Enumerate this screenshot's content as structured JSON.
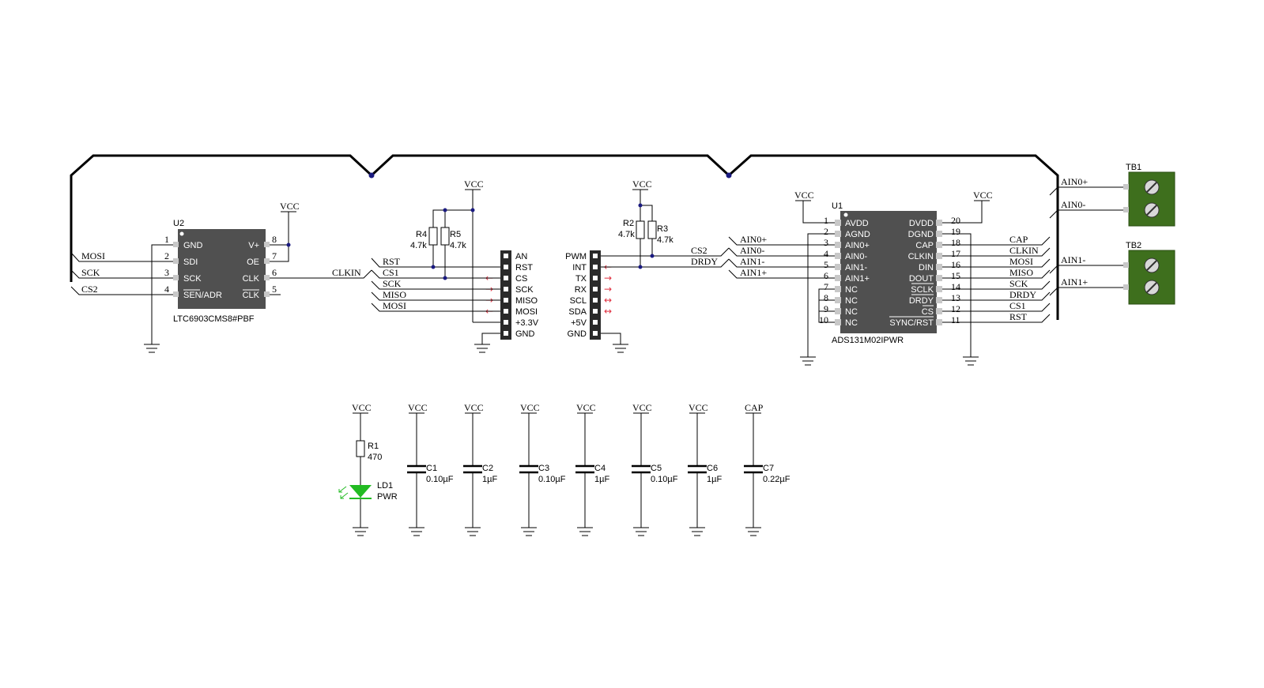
{
  "u2": {
    "ref": "U2",
    "part": "LTC6903CMS8#PBF",
    "left_pins": [
      {
        "num": "1",
        "name": "GND"
      },
      {
        "num": "2",
        "name": "SDI"
      },
      {
        "num": "3",
        "name": "SCK"
      },
      {
        "num": "4",
        "name": "SEN/ADR"
      }
    ],
    "right_pins": [
      {
        "num": "8",
        "name": "V+"
      },
      {
        "num": "7",
        "name": "OE"
      },
      {
        "num": "6",
        "name": "CLK"
      },
      {
        "num": "5",
        "name": "CLK"
      }
    ]
  },
  "u1": {
    "ref": "U1",
    "part": "ADS131M02IPWR",
    "left_pins": [
      {
        "num": "1",
        "name": "AVDD"
      },
      {
        "num": "2",
        "name": "AGND"
      },
      {
        "num": "3",
        "name": "AIN0+"
      },
      {
        "num": "4",
        "name": "AIN0-"
      },
      {
        "num": "5",
        "name": "AIN1-"
      },
      {
        "num": "6",
        "name": "AIN1+"
      },
      {
        "num": "7",
        "name": "NC"
      },
      {
        "num": "8",
        "name": "NC"
      },
      {
        "num": "9",
        "name": "NC"
      },
      {
        "num": "10",
        "name": "NC"
      }
    ],
    "right_pins": [
      {
        "num": "20",
        "name": "DVDD"
      },
      {
        "num": "19",
        "name": "DGND"
      },
      {
        "num": "18",
        "name": "CAP"
      },
      {
        "num": "17",
        "name": "CLKIN"
      },
      {
        "num": "16",
        "name": "DIN"
      },
      {
        "num": "15",
        "name": "DOUT"
      },
      {
        "num": "14",
        "name": "SCLK"
      },
      {
        "num": "13",
        "name": "DRDY"
      },
      {
        "num": "12",
        "name": "CS"
      },
      {
        "num": "11",
        "name": "SYNC/RST"
      }
    ],
    "left_nets": [
      "AIN0+",
      "AIN0-",
      "AIN1-",
      "AIN1+"
    ],
    "right_nets": [
      "CAP",
      "CLKIN",
      "MOSI",
      "MISO",
      "SCK",
      "DRDY",
      "CS1",
      "RST"
    ]
  },
  "nets": {
    "vcc": "VCC",
    "mosi": "MOSI",
    "sck": "SCK",
    "cs2": "CS2",
    "clkin": "CLKIN",
    "drdy": "DRDY",
    "cap": "CAP",
    "ain0p": "AIN0+",
    "ain0m": "AIN0-",
    "ain1m": "AIN1-",
    "ain1p": "AIN1+"
  },
  "mikrobus_left": {
    "pins": [
      "AN",
      "RST",
      "CS",
      "SCK",
      "MISO",
      "MOSI",
      "+3.3V",
      "GND"
    ],
    "nets": [
      "RST",
      "CS1",
      "SCK",
      "MISO",
      "MOSI"
    ]
  },
  "mikrobus_right": {
    "pins": [
      "PWM",
      "INT",
      "TX",
      "RX",
      "SCL",
      "SDA",
      "+5V",
      "GND"
    ]
  },
  "arrows": {
    "left_in": "←",
    "right_out": "→",
    "bidir": "↔"
  },
  "resistors": {
    "r4": {
      "ref": "R4",
      "value": "4.7k"
    },
    "r5": {
      "ref": "R5",
      "value": "4.7k"
    },
    "r2": {
      "ref": "R2",
      "value": "4.7k"
    },
    "r3": {
      "ref": "R3",
      "value": "4.7k"
    },
    "r1": {
      "ref": "R1",
      "value": "470"
    }
  },
  "led": {
    "ref": "LD1",
    "value": "PWR"
  },
  "capacitors": [
    {
      "ref": "C1",
      "value": "0.10µF",
      "supply": "VCC"
    },
    {
      "ref": "C2",
      "value": "1µF",
      "supply": "VCC"
    },
    {
      "ref": "C3",
      "value": "0.10µF",
      "supply": "VCC"
    },
    {
      "ref": "C4",
      "value": "1µF",
      "supply": "VCC"
    },
    {
      "ref": "C5",
      "value": "0.10µF",
      "supply": "VCC"
    },
    {
      "ref": "C6",
      "value": "1µF",
      "supply": "VCC"
    },
    {
      "ref": "C7",
      "value": "0.22µF",
      "supply": "CAP"
    }
  ],
  "terminals": {
    "tb1": {
      "ref": "TB1",
      "nets": [
        "AIN0+",
        "AIN0-"
      ]
    },
    "tb2": {
      "ref": "TB2",
      "nets": [
        "AIN1-",
        "AIN1+"
      ]
    }
  },
  "colors": {
    "chip": "#505050",
    "junction": "#1a1a80",
    "arrow": "#e03040",
    "terminal": "#3e6f1d",
    "led": "#22bb22"
  }
}
